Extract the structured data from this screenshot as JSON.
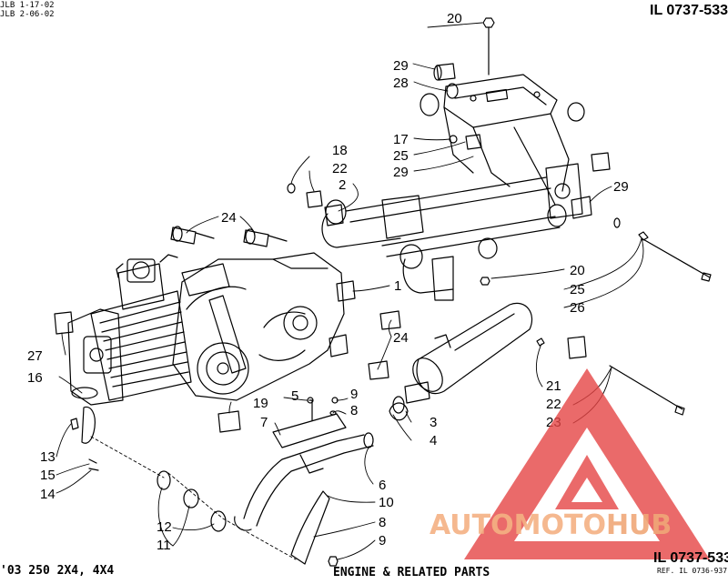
{
  "header": {
    "rev_line_1": "JLB 1-17-02",
    "rev_line_2": "JLB 2-06-02",
    "illustration_id_top": "IL 0737-533"
  },
  "footer": {
    "model": "'03 250 2X4, 4X4",
    "caption": "ENGINE & RELATED PARTS",
    "illustration_id_bottom": "IL 0737-533",
    "reference": "REF. IL 0736-937"
  },
  "callouts": [
    "20",
    "29",
    "28",
    "17",
    "25",
    "29",
    "29",
    "18",
    "22",
    "2",
    "24",
    "1",
    "20",
    "25",
    "26",
    "24",
    "27",
    "16",
    "19",
    "5",
    "9",
    "8",
    "7",
    "21",
    "22",
    "23",
    "3",
    "4",
    "13",
    "15",
    "14",
    "6",
    "10",
    "12",
    "11",
    "8",
    "9"
  ],
  "watermark": {
    "word_a": "AUTOMOTO",
    "word_b": "HUB",
    "color_a": "#f4b183",
    "color_b": "#f4b183",
    "logo_color": "#e64545"
  }
}
